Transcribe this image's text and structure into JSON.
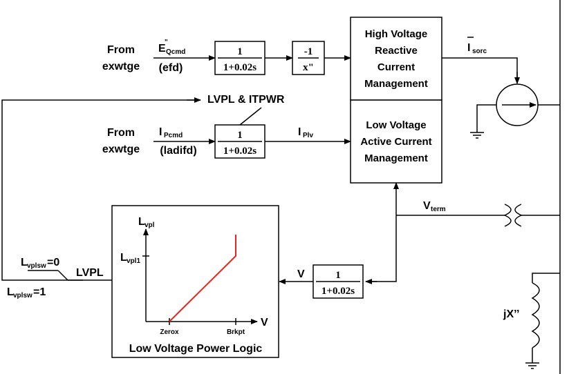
{
  "inputs": {
    "eq": {
      "from": "From",
      "src": "exwtge",
      "sym": "E",
      "sup": "\"",
      "sub": "Qcmd",
      "paren": "(efd)"
    },
    "ip": {
      "from": "From",
      "src": "exwtge",
      "sym": "I",
      "sub": "Pcmd",
      "paren": "(ladifd)"
    }
  },
  "blocks": {
    "lag_q": {
      "num": "1",
      "den": "1+0.02s"
    },
    "gain": {
      "num": "-1",
      "den": "x\""
    },
    "lag_p": {
      "num": "1",
      "den": "1+0.02s"
    },
    "lag_v": {
      "num": "1",
      "den": "1+0.02s"
    }
  },
  "hv": {
    "lines": [
      "High Voltage",
      "Reactive",
      "Current",
      "Management"
    ]
  },
  "lv": {
    "lines": [
      "Low Voltage",
      "Active Current",
      "Management"
    ]
  },
  "signals": {
    "lvpl_itpwr": "LVPL & ITPWR",
    "iplv": {
      "sym": "I",
      "sub": "Plv"
    },
    "isorc": {
      "sym": "I",
      "sub": "sorc"
    },
    "vterm": {
      "sym": "V",
      "sub": "term"
    },
    "v": "V",
    "lvpl": "LVPL",
    "jx": "jX’’",
    "sw0": {
      "sym": "L",
      "sub": "vplsw",
      "tail": "=0"
    },
    "sw1": {
      "sym": "L",
      "sub": "vplsw",
      "tail": "=1"
    }
  },
  "lvpl_plot": {
    "title": "Low Voltage Power Logic",
    "yaxis": {
      "sym": "L",
      "sub": "vpl"
    },
    "ytick": {
      "sym": "L",
      "sub": "vpl1"
    },
    "xaxis": "V",
    "xticks": [
      "Zerox",
      "Brkpt"
    ],
    "curve_color": "#e8231c"
  }
}
